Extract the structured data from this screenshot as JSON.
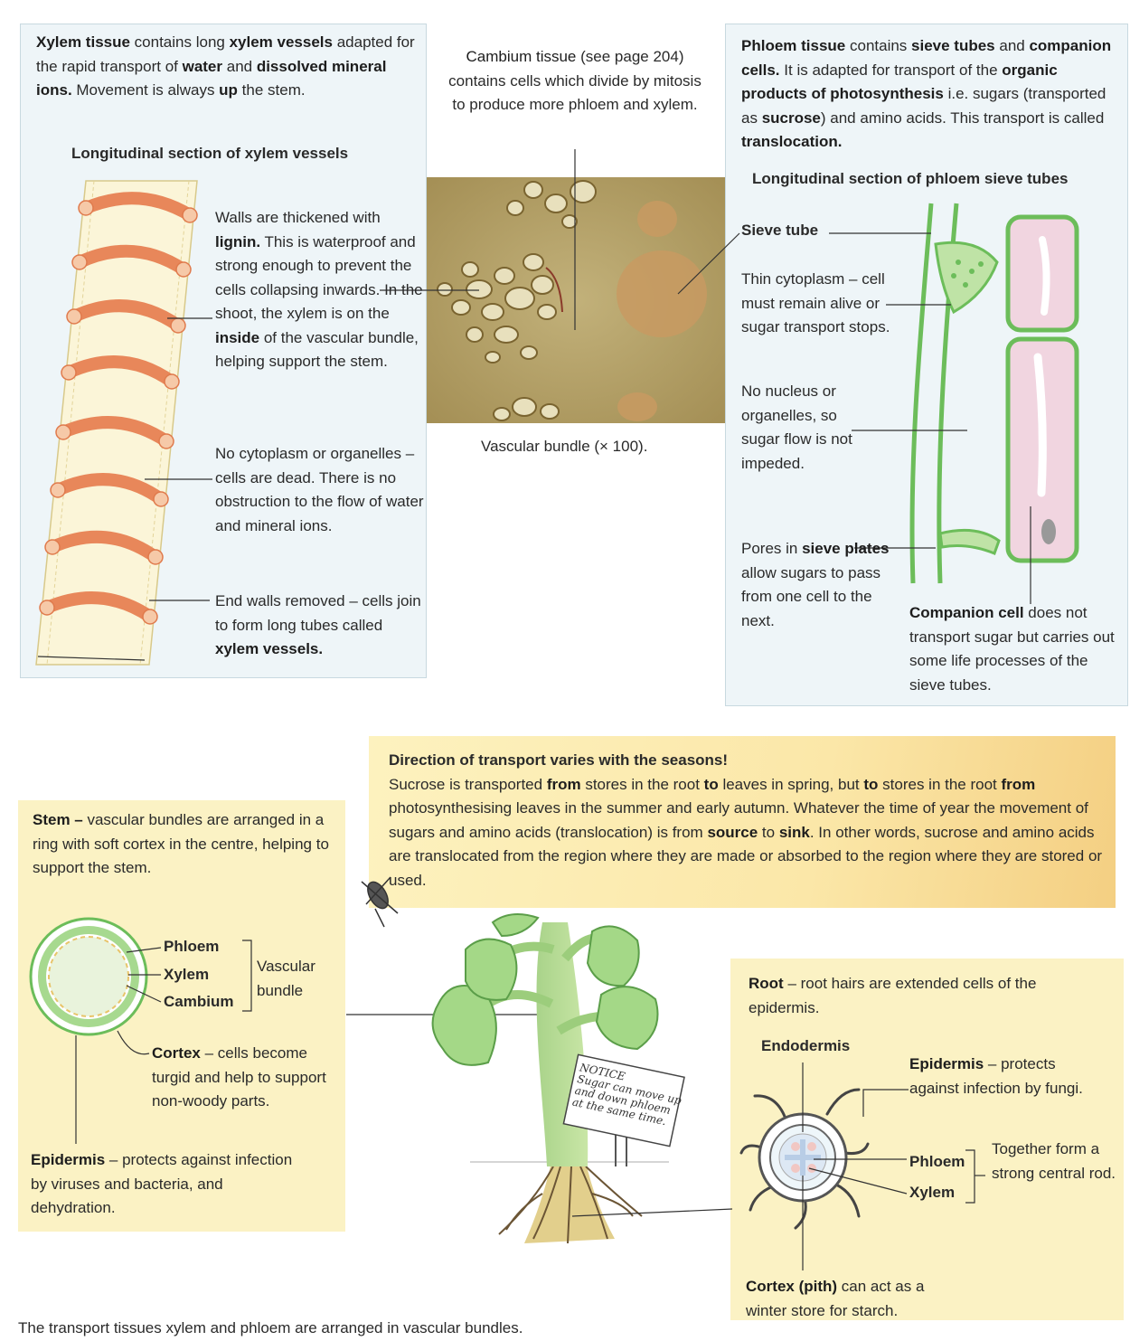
{
  "xylem": {
    "intro_1": "Xylem tissue",
    "intro_2": " contains long ",
    "intro_3": "xylem vessels",
    "intro_4": " adapted for the rapid transport of ",
    "intro_5": "water",
    "intro_6": " and ",
    "intro_7": "dissolved mineral ions.",
    "intro_8": " Movement is always ",
    "intro_9": "up",
    "intro_10": " the stem.",
    "heading": "Longitudinal section of xylem vessels",
    "walls_1": "Walls are thickened with ",
    "walls_2": "lignin.",
    "walls_3": " This is waterproof and strong enough to prevent the cells collapsing inwards. In the shoot, the xylem is on the ",
    "walls_4": "inside",
    "walls_5": " of the vascular bundle, helping support the stem.",
    "nocyto": "No cytoplasm or organelles – cells are dead. There is no obstruction to the flow of water and mineral ions.",
    "ends_1": "End walls removed – cells join to form long tubes called ",
    "ends_2": "xylem vessels."
  },
  "cambium": {
    "text_1": "Cambium tissue",
    "text_2": " (see page 204) contains cells which divide by mitosis to produce more phloem and xylem.",
    "caption": "Vascular bundle (× 100)."
  },
  "phloem": {
    "intro_1": "Phloem tissue",
    "intro_2": " contains ",
    "intro_3": "sieve tubes",
    "intro_4": " and ",
    "intro_5": "companion cells.",
    "intro_6": " It is adapted for transport of the ",
    "intro_7": "organic products of photosynthesis",
    "intro_8": " i.e. sugars (transported as ",
    "intro_9": "sucrose",
    "intro_10": ") and amino acids. This transport is called ",
    "intro_11": "translocation.",
    "heading": "Longitudinal section of phloem sieve tubes",
    "sieve_tube": "Sieve tube",
    "thin": "Thin cytoplasm – cell must remain alive or sugar transport stops.",
    "nonucleus": "No nucleus or organelles, so sugar flow is not impeded.",
    "pores_1": "Pores in ",
    "pores_2": "sieve plates",
    "pores_3": " allow sugars to pass from one cell to the next.",
    "comp_1": "Companion cell",
    "comp_2": " does not transport sugar but carries out some life processes of the sieve tubes."
  },
  "direction": {
    "heading": "Direction of transport varies with the seasons!",
    "t1": "Sucrose is transported ",
    "t2": "from",
    "t3": " stores in the root ",
    "t4": "to",
    "t5": " leaves in spring, but ",
    "t6": "to",
    "t7": " stores in the root ",
    "t8": "from",
    "t9": " photosynthesising leaves in the summer and early autumn. Whatever the time of year the movement of sugars and amino acids (translocation) is from ",
    "t10": "source",
    "t11": " to ",
    "t12": "sink",
    "t13": ". In other words, sucrose and amino acids are translocated from the region where they are made or absorbed to the region where they are stored or used."
  },
  "stem": {
    "t1": "Stem –",
    "t2": " vascular bundles are arranged in a ring with soft cortex in the centre, helping to support the stem.",
    "phloem": "Phloem",
    "xylem": "Xylem",
    "cambium": "Cambium",
    "vascular_bundle": "Vascular bundle",
    "cortex_1": "Cortex",
    "cortex_2": " – cells become turgid and help to support non-woody parts.",
    "epi_1": "Epidermis",
    "epi_2": " – protects against infection by viruses and bacteria, and dehydration."
  },
  "notice": {
    "title": "NOTICE",
    "line1": "Sugar can move up",
    "line2": "and down phloem",
    "line3": "at the same time."
  },
  "root": {
    "t1": "Root",
    "t2": " – root hairs are extended cells of the epidermis.",
    "endodermis": "Endodermis",
    "epi_1": "Epidermis",
    "epi_2": " – protects against infection by fungi.",
    "phloem": "Phloem",
    "xylem": "Xylem",
    "together": "Together form a strong central rod.",
    "cortex_1": "Cortex (pith)",
    "cortex_2": " can act as a winter store for starch."
  },
  "footer": "The transport tissues xylem and phloem are arranged in vascular bundles."
}
